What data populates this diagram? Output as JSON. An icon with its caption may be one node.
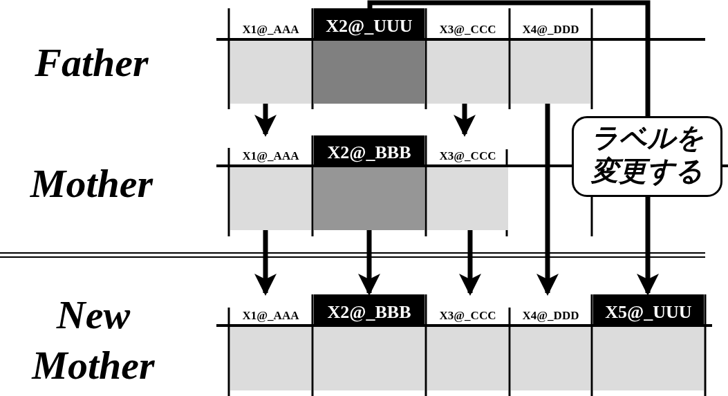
{
  "diagram": {
    "nodes": [
      {
        "text": [
          "X1@_AAA"
        ]
      },
      {
        "text": [
          "X2@_UUU"
        ]
      },
      {
        "text": [
          "X3@_CCC"
        ]
      },
      {
        "text": [
          "X4@_DDD"
        ]
      },
      {
        "text": [
          "X1@_AAA"
        ]
      },
      {
        "text": [
          "X2@_BBB"
        ]
      },
      {
        "text": [
          "X3@_CCC"
        ]
      },
      {
        "text": [
          "X1@_AAA"
        ]
      },
      {
        "text": [
          "X2@_BBB"
        ]
      },
      {
        "text": [
          "X3@_CCC"
        ]
      },
      {
        "text": [
          "X4@_DDD"
        ]
      },
      {
        "text": [
          "X5@_UUU"
        ]
      }
    ],
    "edges": [
      {
        "from": 0,
        "to": 4,
        "arrow": "to"
      },
      {
        "from": 2,
        "to": 6,
        "arrow": "to"
      },
      {
        "from": 4,
        "to": 7,
        "arrow": "to"
      },
      {
        "from": 5,
        "to": 8,
        "arrow": "to"
      },
      {
        "from": 6,
        "to": 9,
        "arrow": "to"
      },
      {
        "from": 3,
        "to": 10,
        "arrow": "to"
      },
      {
        "from": 1,
        "to": 11,
        "arrow": "to",
        "label": "ラベルを変更する"
      }
    ],
    "labels": [
      "Father",
      "Mother",
      "New Mother"
    ]
  }
}
